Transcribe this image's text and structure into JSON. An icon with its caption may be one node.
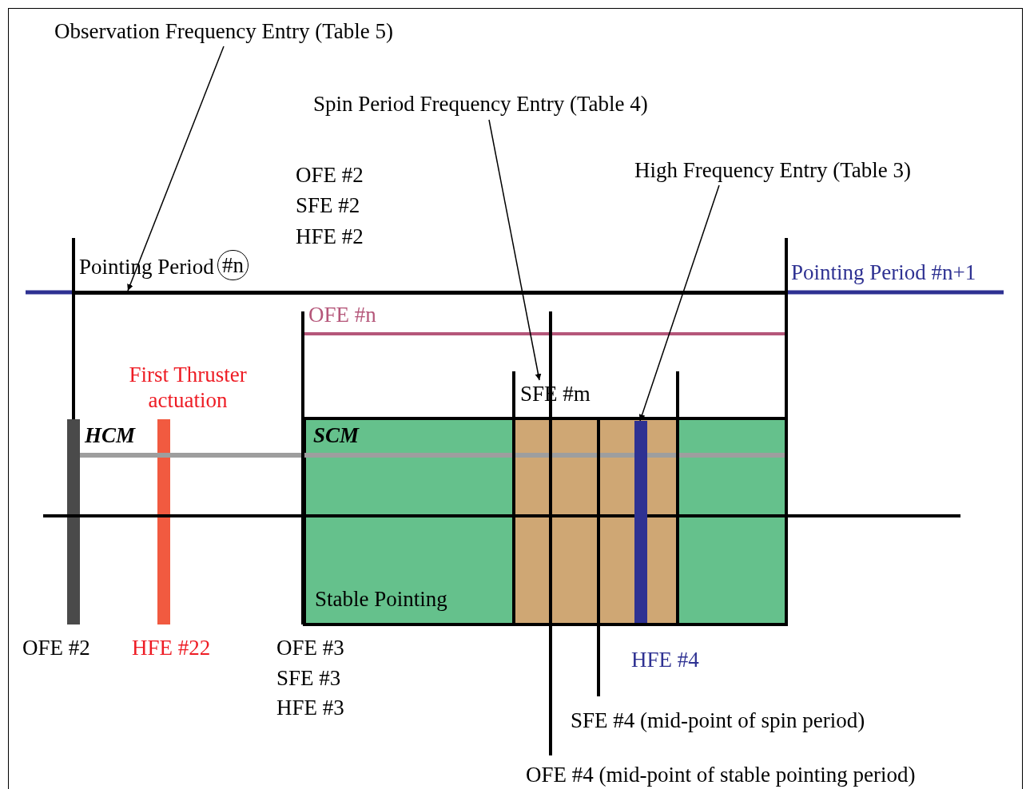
{
  "diagram": {
    "nodes": [
      {
        "text": [
          "Observation Frequency Entry (Table 5)"
        ]
      },
      {
        "text": [
          "Spin Period Frequency Entry (Table 4)"
        ]
      },
      {
        "text": [
          "High Frequency Entry (Table 3)"
        ]
      },
      {
        "text": [],
        "shape": "bar"
      },
      {
        "text": [
          "SFE #m"
        ]
      },
      {
        "text": [],
        "shape": "bar"
      }
    ],
    "edges": [
      {
        "from": 0,
        "to": 3,
        "arrow": "to"
      },
      {
        "from": 1,
        "to": 4,
        "arrow": "to"
      },
      {
        "from": 2,
        "to": 5,
        "arrow": "to"
      }
    ],
    "labels": [
      "OFE #2",
      "SFE #2",
      "HFE #2",
      "Pointing Period",
      "#n",
      "Pointing Period #n+1",
      "OFE #n",
      "First Thruster actuation",
      "HCM",
      "SCM",
      "Stable Pointing",
      "OFE #2",
      "HFE #22",
      "OFE #3",
      "SFE #3",
      "HFE #3",
      "HFE #4",
      "SFE #4 (mid-point of spin period)",
      "OFE #4 (mid-point of stable pointing period)"
    ]
  }
}
